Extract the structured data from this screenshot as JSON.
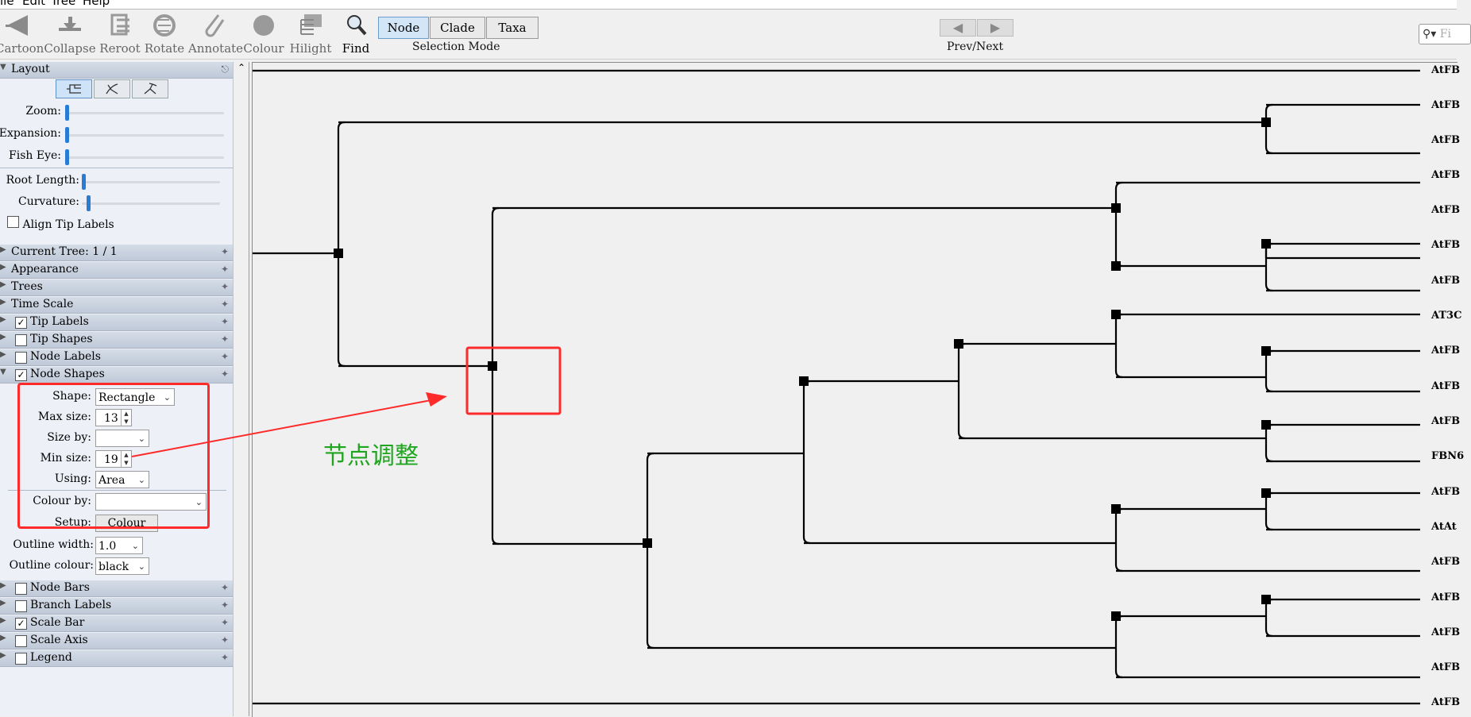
{
  "menu": [
    "ile",
    "Edit",
    "Tree",
    "Help"
  ],
  "toolbar": {
    "tools": [
      {
        "label": "Cartoon",
        "icon": "cartoon-icon"
      },
      {
        "label": "Collapse",
        "icon": "collapse-icon"
      },
      {
        "label": "Reroot",
        "icon": "reroot-icon"
      },
      {
        "label": "Rotate",
        "icon": "rotate-icon"
      },
      {
        "label": "Annotate",
        "icon": "annotate-icon"
      },
      {
        "label": "Colour",
        "icon": "colour-icon"
      },
      {
        "label": "Hilight",
        "icon": "hilight-icon"
      },
      {
        "label": "Find",
        "icon": "find-icon"
      }
    ],
    "selection_modes": [
      "Node",
      "Clade",
      "Taxa"
    ],
    "selected_mode": "Node",
    "selection_mode_caption": "Selection Mode",
    "prev_next_caption": "Prev/Next",
    "search_placeholder": "Fi"
  },
  "panel": {
    "layout": {
      "title": "Layout",
      "zoom_label": "Zoom:",
      "expansion_label": "Expansion:",
      "fisheye_label": "Fish Eye:",
      "root_length_label": "Root Length:",
      "curvature_label": "Curvature:",
      "align_label": "Align Tip Labels",
      "align_checked": false
    },
    "sections_top": [
      {
        "label": "Current Tree: 1 / 1",
        "checkbox": null
      },
      {
        "label": "Appearance",
        "checkbox": null
      },
      {
        "label": "Trees",
        "checkbox": null
      },
      {
        "label": "Time Scale",
        "checkbox": null
      },
      {
        "label": "Tip Labels",
        "checkbox": true
      },
      {
        "label": "Tip Shapes",
        "checkbox": false
      },
      {
        "label": "Node Labels",
        "checkbox": false
      },
      {
        "label": "Node Shapes",
        "checkbox": true
      }
    ],
    "node_shapes": {
      "shape_label": "Shape:",
      "shape_value": "Rectangle",
      "max_size_label": "Max size:",
      "max_size_value": "13",
      "size_by_label": "Size by:",
      "size_by_value": "",
      "min_size_label": "Min size:",
      "min_size_value": "19",
      "using_label": "Using:",
      "using_value": "Area",
      "colour_by_label": "Colour by:",
      "colour_by_value": "",
      "setup_label": "Setup:",
      "setup_button": "Colour",
      "outline_width_label": "Outline width:",
      "outline_width_value": "1.0",
      "outline_colour_label": "Outline colour:",
      "outline_colour_value": "black"
    },
    "sections_bottom": [
      {
        "label": "Node Bars",
        "checkbox": false
      },
      {
        "label": "Branch Labels",
        "checkbox": false
      },
      {
        "label": "Scale Bar",
        "checkbox": true
      },
      {
        "label": "Scale Axis",
        "checkbox": false
      },
      {
        "label": "Legend",
        "checkbox": false
      }
    ]
  },
  "annotation": {
    "text": "节点调整",
    "color": "#1fa51f",
    "highlight_color": "#ff2a2a"
  },
  "tree": {
    "tips": [
      "AtFB",
      "AtFB",
      "AtFB",
      "AtFB",
      "AtFB",
      "AtFB",
      "AtFB",
      "AT3C",
      "AtFB",
      "AtFB",
      "AtFB",
      "FBN6",
      "AtFB",
      "AtAt",
      "AtFB",
      "AtFB",
      "AtFB",
      "AtFB",
      "AtFB"
    ]
  },
  "colors": {
    "accent": "#2a7bd6",
    "panel_bg": "#edf1f7",
    "canvas_bg": "#f0f0f0"
  }
}
